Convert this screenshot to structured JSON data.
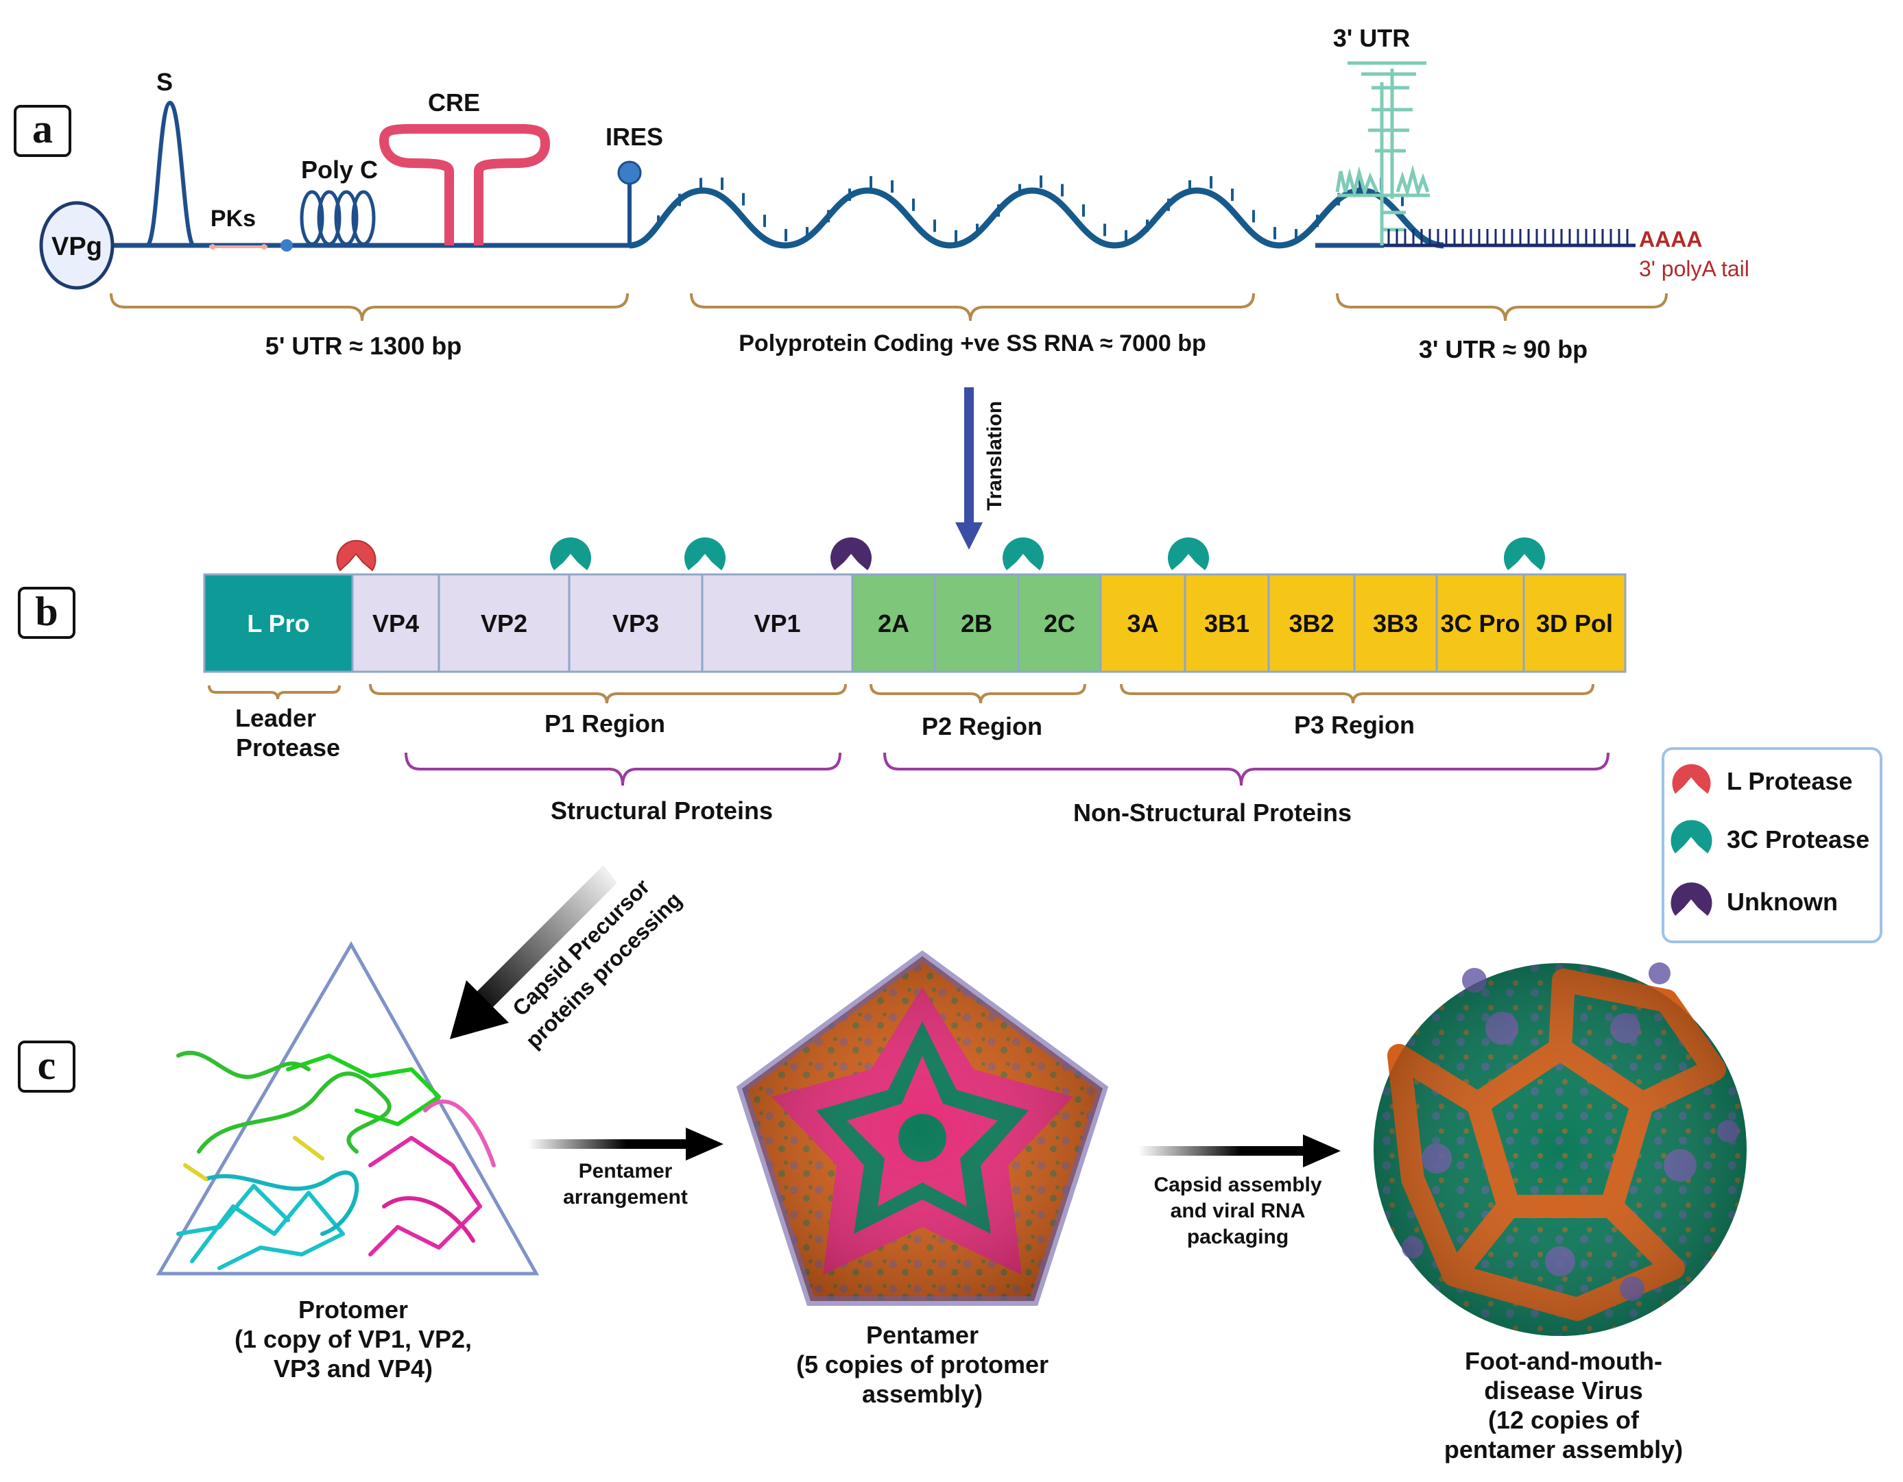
{
  "panels": {
    "a": "a",
    "b": "b",
    "c": "c"
  },
  "genome": {
    "vpg": "VPg",
    "s": "S",
    "pks": "PKs",
    "polyc": "Poly C",
    "cre": "CRE",
    "ires": "IRES",
    "utr3_top": "3' UTR",
    "aaaa": "AAAA",
    "polya_tail": "3' polyA tail",
    "utr5_len": "5' UTR ≈ 1300 bp",
    "coding": "Polyprotein Coding +ve SS RNA ≈ 7000 bp",
    "utr3_len": "3' UTR ≈ 90 bp"
  },
  "translation": "Translation",
  "polyprotein": {
    "segments": [
      "L Pro",
      "VP4",
      "VP2",
      "VP3",
      "VP1",
      "2A",
      "2B",
      "2C",
      "3A",
      "3B1",
      "3B2",
      "3B3",
      "3C Pro",
      "3D Pol"
    ],
    "leader_line1": "Leader",
    "leader_line2": "Protease",
    "p1": "P1 Region",
    "p2": "P2 Region",
    "p3": "P3 Region",
    "structural": "Structural Proteins",
    "nonstructural": "Non-Structural Proteins"
  },
  "legend": {
    "l_protease": "L Protease",
    "c3_protease": "3C Protease",
    "unknown": "Unknown"
  },
  "colors": {
    "l_protease": "#e0474c",
    "c3_protease": "#129c8f",
    "unknown": "#4b2a6b",
    "l_pro_segment": "#0e9a96",
    "p1_segment": "#e1dcef",
    "p2_segment": "#7dc67a",
    "p3_segment": "#f5c518",
    "rna": "#1f4e8c"
  },
  "processing": {
    "line1": "Capsid Precursor",
    "line2": "proteins processing"
  },
  "protomer": {
    "line1": "Protomer",
    "line2": "(1 copy of VP1, VP2,",
    "line3": "VP3 and VP4)"
  },
  "pentamer_arrow": {
    "line1": "Pentamer",
    "line2": "arrangement"
  },
  "pentamer": {
    "line1": "Pentamer",
    "line2": "(5 copies of protomer",
    "line3": "assembly)"
  },
  "assembly_arrow": {
    "line1": "Capsid assembly",
    "line2": "and viral RNA",
    "line3": "packaging"
  },
  "virus": {
    "line1": "Foot-and-mouth-",
    "line2": "disease Virus",
    "line3": "(12 copies of",
    "line4": "pentamer assembly)"
  }
}
